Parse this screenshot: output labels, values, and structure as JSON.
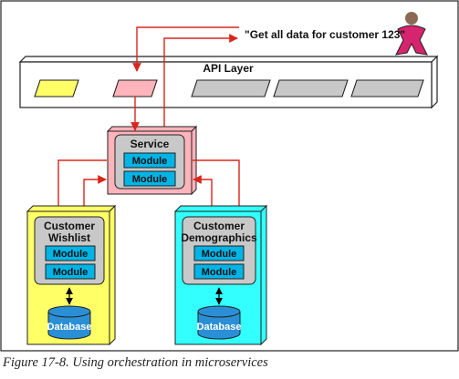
{
  "request_text": "\"Get all data for customer 123\"",
  "api_layer": {
    "title": "API Layer"
  },
  "service": {
    "title": "Service",
    "modules": [
      "Module",
      "Module"
    ]
  },
  "wishlist": {
    "title_line1": "Customer",
    "title_line2": "Wishlist",
    "modules": [
      "Module",
      "Module"
    ],
    "database": "Database"
  },
  "demographics": {
    "title_line1": "Customer",
    "title_line2": "Demographics",
    "modules": [
      "Module",
      "Module"
    ],
    "database": "Database"
  },
  "caption": "Figure 17-8. Using orchestration in microservices",
  "colors": {
    "arrow": "#d9261c",
    "api_active": "#ffb3ba",
    "api_yellow": "#ffff66",
    "api_gray": "#c8c8c8",
    "service_bg": "#ffb3ba",
    "wishlist_bg": "#ffff66",
    "demographics_bg": "#33ffff",
    "module": "#00b4e6",
    "database": "#2b8fd6",
    "person": "#d6246e",
    "person_head": "#8b6a55"
  }
}
